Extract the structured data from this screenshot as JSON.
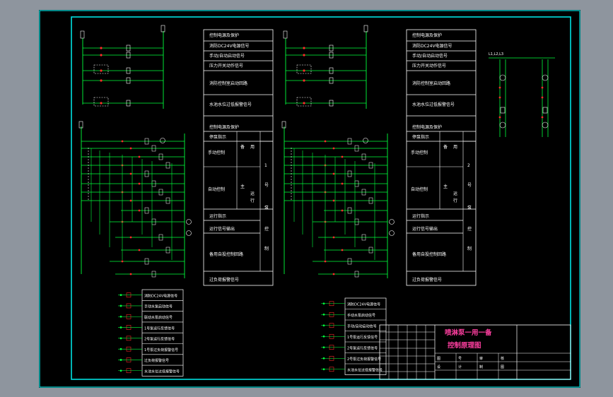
{
  "drawing": {
    "title_line1": "喷淋泵一用一备",
    "title_line2": "控制原理图",
    "colors": {
      "border": "#00e0e0",
      "wire": "#00ff3c",
      "component": "#ff2a2a",
      "block": "#ffffff",
      "title": "#ff3fa0"
    }
  },
  "panel_a": {
    "header_items": [
      "控制电源及保护",
      "消防DC24V电源信号",
      "手动/自动启动信号",
      "压力开关动作信号",
      "消防控制室启动回路",
      "水池水位过低报警信号"
    ],
    "sub_header": [
      "控制电源及保护",
      "停泵指示"
    ],
    "mode_labels": [
      "手动控制",
      "自动控制",
      "备",
      "用",
      "主",
      "运",
      "行"
    ],
    "side_word": [
      "1",
      "号",
      "泵",
      "控",
      "制"
    ],
    "lower_items": [
      "运行指示",
      "运行信号输出",
      "备用自投控制回路",
      "过负荷报警信号"
    ],
    "input_items": [
      "消防DC24V电源信号",
      "手动水泵启动信号",
      "联动水泵启动信号",
      "1号泵运行反馈信号",
      "2号泵运行反馈信号",
      "1号泵过负荷报警信号",
      "过负荷报警信号",
      "水池水位过低报警信号"
    ]
  },
  "panel_b": {
    "header_items": [
      "控制电源及保护",
      "消防DC24V电源信号",
      "手动/自动启动信号",
      "压力开关动作信号",
      "消防控制室启动回路",
      "水池水位过低报警信号"
    ],
    "sub_header": [
      "控制电源及保护",
      "停泵指示"
    ],
    "mode_labels": [
      "手动控制",
      "自动控制",
      "备",
      "用",
      "主",
      "运",
      "行"
    ],
    "side_word": [
      "2",
      "号",
      "泵",
      "控",
      "制"
    ],
    "lower_items": [
      "运行指示",
      "运行信号输出",
      "备用自投控制回路",
      "过负荷报警信号"
    ],
    "input_items": [
      "消防DC24V电源信号",
      "手动水泵启动信号",
      "手动/自动启动信号",
      "1号泵运行反馈信号",
      "2号泵运行反馈信号",
      "2号泵过负荷报警信号",
      "水池水位过低报警信号"
    ]
  },
  "power": {
    "label": "L1,L2,L3"
  },
  "title_block": {
    "row_marks": [
      "图",
      "号",
      "审",
      "核",
      "设",
      "计",
      "制",
      "图"
    ]
  }
}
